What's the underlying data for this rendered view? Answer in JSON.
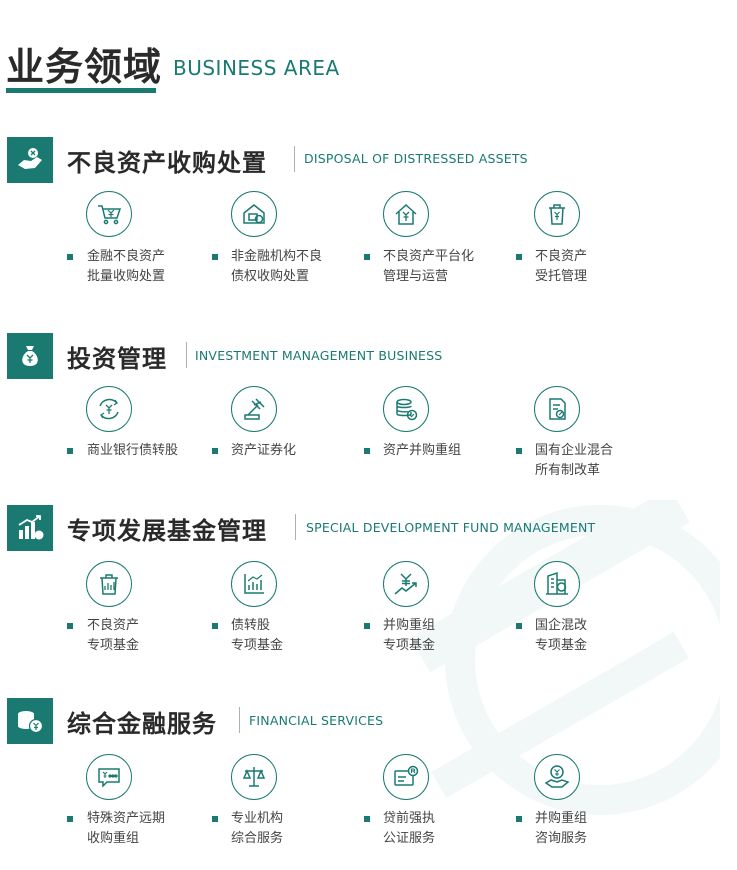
{
  "page": {
    "title_zh": "业务领域",
    "title_en": "BUSINESS AREA",
    "accent_color": "#1a7a72"
  },
  "sections": [
    {
      "title": "不良资产收购处置",
      "subtitle": "DISPOSAL OF DISTRESSED ASSETS",
      "icon": "hand-coin-icon",
      "items": [
        {
          "line1": "金融不良资产",
          "line2": "批量收购处置",
          "icon": "shopping-cart-yen-icon"
        },
        {
          "line1": "非金融机构不良",
          "line2": "债权收购处置",
          "icon": "house-coin-icon"
        },
        {
          "line1": "不良资产平台化",
          "line2": "管理与运营",
          "icon": "house-yen-icon"
        },
        {
          "line1": "不良资产",
          "line2": "受托管理",
          "icon": "trash-yen-icon"
        }
      ]
    },
    {
      "title": "投资管理",
      "subtitle": "INVESTMENT MANAGEMENT BUSINESS",
      "icon": "money-bag-icon",
      "items": [
        {
          "line1": "商业银行债转股",
          "line2": "",
          "icon": "yen-cycle-icon"
        },
        {
          "line1": "资产证券化",
          "line2": "",
          "icon": "gavel-icon"
        },
        {
          "line1": "资产并购重组",
          "line2": "",
          "icon": "coin-stack-check-icon"
        },
        {
          "line1": "国有企业混合",
          "line2": "所有制改革",
          "icon": "document-edit-icon"
        }
      ]
    },
    {
      "title": "专项发展基金管理",
      "subtitle": "SPECIAL DEVELOPMENT FUND MANAGEMENT",
      "icon": "growth-chart-icon",
      "items": [
        {
          "line1": "不良资产",
          "line2": "专项基金",
          "icon": "bin-chart-icon"
        },
        {
          "line1": "债转股",
          "line2": "专项基金",
          "icon": "bar-chart-icon"
        },
        {
          "line1": "并购重组",
          "line2": "专项基金",
          "icon": "yen-trend-icon"
        },
        {
          "line1": "国企混改",
          "line2": "专项基金",
          "icon": "building-yen-icon"
        }
      ]
    },
    {
      "title": "综合金融服务",
      "subtitle": "FINANCIAL SERVICES",
      "icon": "coins-icon",
      "items": [
        {
          "line1": "特殊资产远期",
          "line2": "收购重组",
          "icon": "chat-yen-icon"
        },
        {
          "line1": "专业机构",
          "line2": "综合服务",
          "icon": "scale-icon"
        },
        {
          "line1": "贷前强执",
          "line2": "公证服务",
          "icon": "card-r-icon"
        },
        {
          "line1": "并购重组",
          "line2": "咨询服务",
          "icon": "hand-yen-icon"
        }
      ]
    }
  ]
}
